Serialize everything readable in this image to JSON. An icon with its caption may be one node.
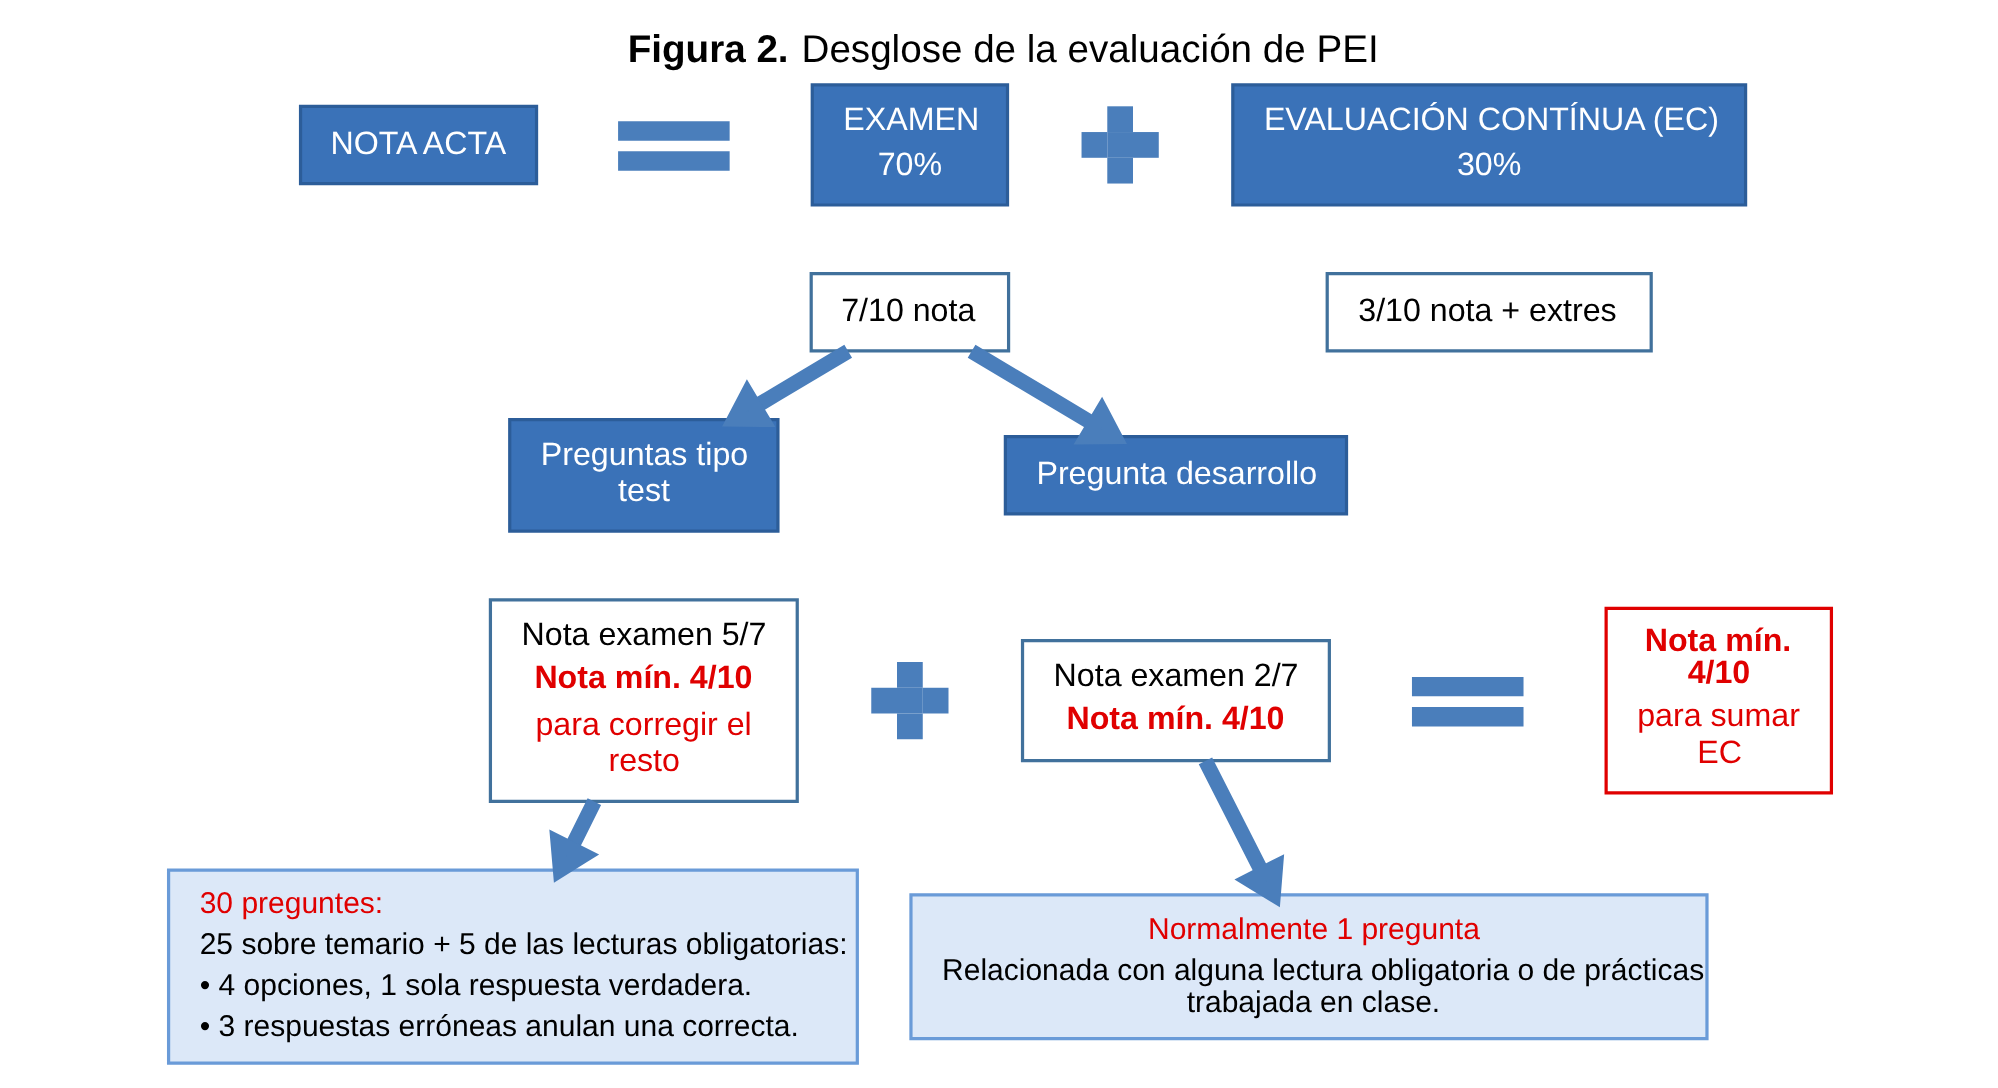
{
  "diagram": {
    "title": "**Figura 2.** Desglose de la evaluación de PEI",
    "nodes": [
      {
        "text": [
          "NOTA ACTA"
        ]
      },
      {
        "text": [],
        "shape": "equals"
      },
      {
        "text": [
          "EXAMEN",
          "70%"
        ]
      },
      {
        "text": [],
        "shape": "plus"
      },
      {
        "text": [
          "EVALUACIÓN CONTÍNUA (EC)",
          "30%"
        ]
      },
      {
        "text": [
          "7/10 nota"
        ]
      },
      {
        "text": [
          "3/10 nota + extres"
        ]
      },
      {
        "text": [
          "Preguntas tipo test"
        ]
      },
      {
        "text": [
          "Pregunta desarrollo"
        ]
      },
      {
        "text": [
          "Nota examen 5/7",
          "Nota mín. 4/10",
          "para corregir el resto"
        ]
      },
      {
        "text": [],
        "shape": "plus"
      },
      {
        "text": [
          "Nota examen 2/7",
          "Nota mín. 4/10"
        ]
      },
      {
        "text": [],
        "shape": "equals"
      },
      {
        "text": [
          "Nota mín. 4/10",
          "para sumar EC"
        ]
      },
      {
        "text": [
          "30 preguntes:",
          "25 sobre temario + 5 de las lecturas obligatorias:",
          "• 4 opciones, 1 sola respuesta verdadera.",
          "• 3 respuestas erróneas anulan una correcta."
        ]
      },
      {
        "text": [
          "Normalmente 1 pregunta",
          "Relacionada con alguna lectura obligatoria o de prácticas trabajada en clase."
        ]
      }
    ],
    "edges": [
      {
        "from": 5,
        "to": 7,
        "arrow": "to"
      },
      {
        "from": 5,
        "to": 8,
        "arrow": "to"
      },
      {
        "from": 9,
        "to": 14,
        "arrow": "to"
      },
      {
        "from": 11,
        "to": 15,
        "arrow": "to"
      }
    ]
  }
}
